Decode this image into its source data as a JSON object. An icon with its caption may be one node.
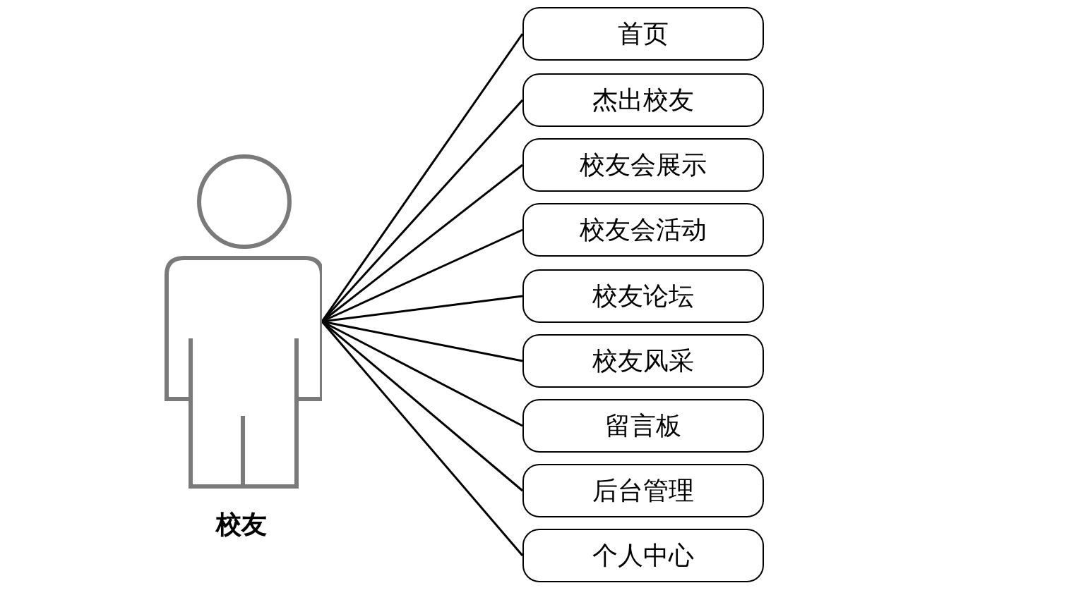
{
  "diagram": {
    "nodes": [
      {
        "text": [
          "校友"
        ]
      },
      {
        "text": [
          "首页"
        ]
      },
      {
        "text": [
          "杰出校友"
        ]
      },
      {
        "text": [
          "校友会展示"
        ]
      },
      {
        "text": [
          "校友会活动"
        ]
      },
      {
        "text": [
          "校友论坛"
        ]
      },
      {
        "text": [
          "校友风采"
        ]
      },
      {
        "text": [
          "留言板"
        ]
      },
      {
        "text": [
          "后台管理"
        ]
      },
      {
        "text": [
          "个人中心"
        ]
      }
    ],
    "edges": [
      {
        "from": 0,
        "to": 1,
        "arrow": "none"
      },
      {
        "from": 0,
        "to": 2,
        "arrow": "none"
      },
      {
        "from": 0,
        "to": 3,
        "arrow": "none"
      },
      {
        "from": 0,
        "to": 4,
        "arrow": "none"
      },
      {
        "from": 0,
        "to": 5,
        "arrow": "none"
      },
      {
        "from": 0,
        "to": 6,
        "arrow": "none"
      },
      {
        "from": 0,
        "to": 7,
        "arrow": "none"
      },
      {
        "from": 0,
        "to": 8,
        "arrow": "none"
      },
      {
        "from": 0,
        "to": 9,
        "arrow": "none"
      }
    ]
  }
}
